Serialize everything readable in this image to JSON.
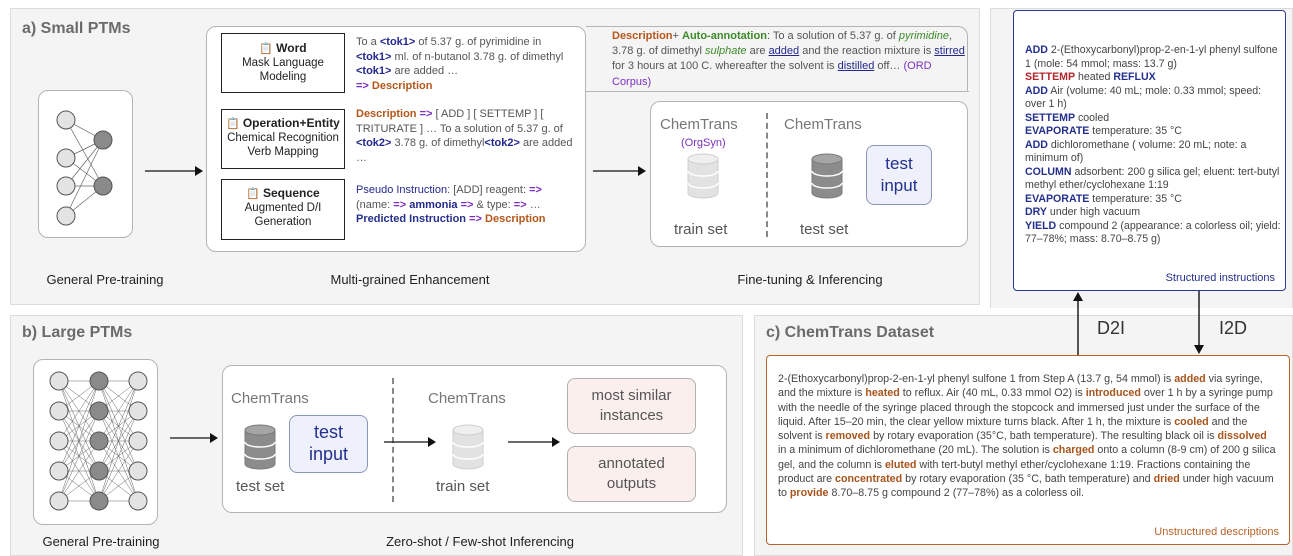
{
  "panel_a": {
    "title": "a) Small PTMs",
    "captions": {
      "pretrain": "General Pre-training",
      "enhance": "Multi-grained Enhancement",
      "finetune": "Fine-tuning & Inferencing"
    },
    "tasks": [
      {
        "title": "Word",
        "line1": "Mask Language",
        "line2": "Modeling"
      },
      {
        "title": "Operation+Entity",
        "line1": "Chemical Recognition",
        "line2": "Verb Mapping"
      },
      {
        "title": "Sequence",
        "line1": "Augmented D/I",
        "line2": "Generation"
      }
    ],
    "example1": {
      "p1": "To a ",
      "tok1": "<tok1>",
      "p2": " of 5.37 g. of pyrimidine in ",
      "tok1b": "<tok1>",
      "p3": " ml. of n-butanol 3.78 g. of dimethyl ",
      "tok1c": "<tok1>",
      "p4": " are added …",
      "arrow": "=>",
      "desc": "Description"
    },
    "example2": {
      "desc": "Description",
      "arrow": "=>",
      "p1": " [ ADD ] [ SETTEMP ] [ TRITURATE ] … To a solution of 5.37 g. of ",
      "tok2": "<tok2>",
      "p2": " 3.78 g. of dimethyl",
      "tok2b": "<tok2>",
      "p3": " are added …"
    },
    "example3": {
      "pseudo": "Pseudo Instruction",
      "p1": ": [ADD] reagent: ",
      "arrow": "=>",
      "p2": "(name: ",
      "ammonia": "ammonia",
      "p3": " & type: ",
      "p4": " …",
      "predicted": "Predicted Instruction",
      "desc": "Description"
    },
    "annotation": {
      "desc": "Description",
      "plus": "+ ",
      "auto": "Auto-annotation",
      "p1": ": To a solution of 5.37 g. of ",
      "pyrimidine": "pyrimidine",
      "p2": ", 3.78 g. of dimethyl ",
      "sulphate": "sulphate",
      "p3": " are ",
      "added": "added",
      "p4": " and the reaction mixture is ",
      "stirred": "stirred",
      "p5": " for 3 hours at 100 C. whereafter the solvent is ",
      "distilled": "distilled",
      "p6": " off… ",
      "corpus": "(ORD Corpus)"
    },
    "chemtrans_left": "ChemTrans",
    "orgsyn": "(OrgSyn)",
    "train_set": "train set",
    "chemtrans_right": "ChemTrans",
    "test_set": "test set",
    "test_input": "test input"
  },
  "panel_b": {
    "title": "b) Large PTMs",
    "captions": {
      "pretrain": "General Pre-training",
      "infer": "Zero-shot / Few-shot Inferencing"
    },
    "chemtrans_left": "ChemTrans",
    "test_set": "test set",
    "test_input": "test input",
    "chemtrans_mid": "ChemTrans",
    "train_set": "train set",
    "similar": "most similar instances",
    "annotated": "annotated outputs"
  },
  "panel_c": {
    "title": "c) ChemTrans Dataset",
    "d2i": "D2I",
    "i2d": "I2D",
    "structured_label": "Structured instructions",
    "unstructured_label": "Unstructured descriptions",
    "instructions": [
      {
        "kw": "ADD",
        "text": " 2-(Ethoxycarbonyl)prop-2-en-1-yl phenyl sulfone 1 (mole: 54 mmol; mass: 13.7 g)"
      },
      {
        "kw": "SETTEMP",
        "red": true,
        "text": " heated ",
        "kw2": "REFLUX"
      },
      {
        "kw": "ADD",
        "text": " Air (volume: 40 mL; mole: 0.33 mmol; speed: over 1 h)"
      },
      {
        "kw": "SETTEMP",
        "text": " cooled"
      },
      {
        "kw": "EVAPORATE",
        "text": " temperature: 35 °C"
      },
      {
        "kw": "ADD",
        "text": " dichloromethane ( volume: 20 mL; note: a minimum of)"
      },
      {
        "kw": "COLUMN",
        "text": " adsorbent: 200 g silica gel; eluent: tert-butyl methyl ether/cyclohexane 1:19"
      },
      {
        "kw": "EVAPORATE",
        "text": " temperature: 35 °C"
      },
      {
        "kw": "DRY",
        "text": " under high vacuum"
      },
      {
        "kw": "YIELD",
        "text": " compound 2 (appearance: a colorless oil; yield: 77–78%; mass: 8.70–8.75 g)"
      }
    ],
    "description": [
      {
        "t": "2-(Ethoxycarbonyl)prop-2-en-1-yl phenyl sulfone 1 from Step A (13.7 g, 54 mmol) is "
      },
      {
        "v": "added"
      },
      {
        "t": " via syringe, and the mixture is "
      },
      {
        "v": "heated"
      },
      {
        "t": " to reflux. Air (40 mL, 0.33 mmol O2) is "
      },
      {
        "v": "introduced"
      },
      {
        "t": " over 1 h by a syringe pump with the needle of the syringe placed through the stopcock and immersed just under the surface of the liquid. After 15–20 min, the clear yellow mixture turns black. After 1 h, the mixture is "
      },
      {
        "v": "cooled"
      },
      {
        "t": " and the solvent is "
      },
      {
        "v": "removed"
      },
      {
        "t": " by rotary evaporation (35°C, bath temperature). The resulting black oil is "
      },
      {
        "v": "dissolved"
      },
      {
        "t": " in a minimum of dichloromethane (20 mL). The solution is "
      },
      {
        "v": "charged"
      },
      {
        "t": " onto a column (8-9 cm) of 200 g silica gel, and the column is "
      },
      {
        "v": "eluted"
      },
      {
        "t": " with tert-butyl methyl ether/cyclohexane 1:19. Fractions containing the product are "
      },
      {
        "v": "concentrated"
      },
      {
        "t": " by rotary evaporation (35 °C, bath temperature) and "
      },
      {
        "v": "dried"
      },
      {
        "t": " under high vacuum to "
      },
      {
        "v": "provide"
      },
      {
        "t": " 8.70–8.75 g compound 2 (77–78%) as a colorless oil."
      }
    ]
  }
}
